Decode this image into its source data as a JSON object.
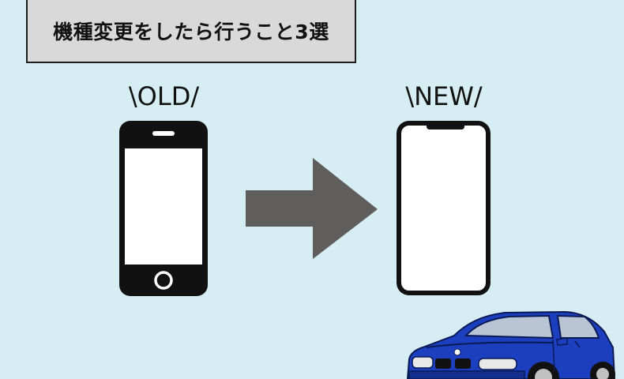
{
  "title": "機種変更をしたら行うこと3選",
  "old_label": "\\OLD/",
  "new_label": "\\NEW/",
  "colors": {
    "background": "#d6eef3",
    "title_box": "#d9d9d9",
    "phone": "#111111",
    "arrow": "#605d5d",
    "car_body": "#1b3fbf"
  },
  "icons": {
    "old_phone": "old-smartphone-icon",
    "new_phone": "new-smartphone-icon",
    "arrow": "right-arrow-icon",
    "car": "blue-sedan-car-icon"
  }
}
